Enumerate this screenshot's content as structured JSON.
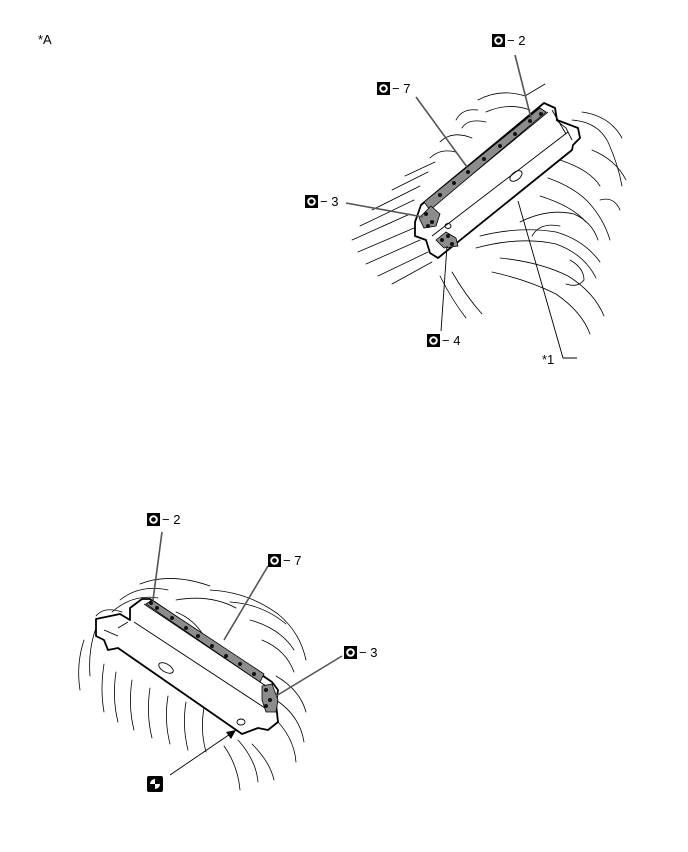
{
  "view_label": "*A",
  "callout_part": "*1",
  "sealer_symbol": "sealer-point-icon",
  "rear_symbol": "rear-indicator-icon",
  "upper_view": {
    "callouts": [
      {
        "id": "u2",
        "text": "− 2"
      },
      {
        "id": "u7",
        "text": "− 7"
      },
      {
        "id": "u3",
        "text": "− 3"
      },
      {
        "id": "u4",
        "text": "− 4"
      }
    ]
  },
  "lower_view": {
    "callouts": [
      {
        "id": "l2",
        "text": "− 2"
      },
      {
        "id": "l7",
        "text": "− 7"
      },
      {
        "id": "l3",
        "text": "− 3"
      }
    ]
  }
}
